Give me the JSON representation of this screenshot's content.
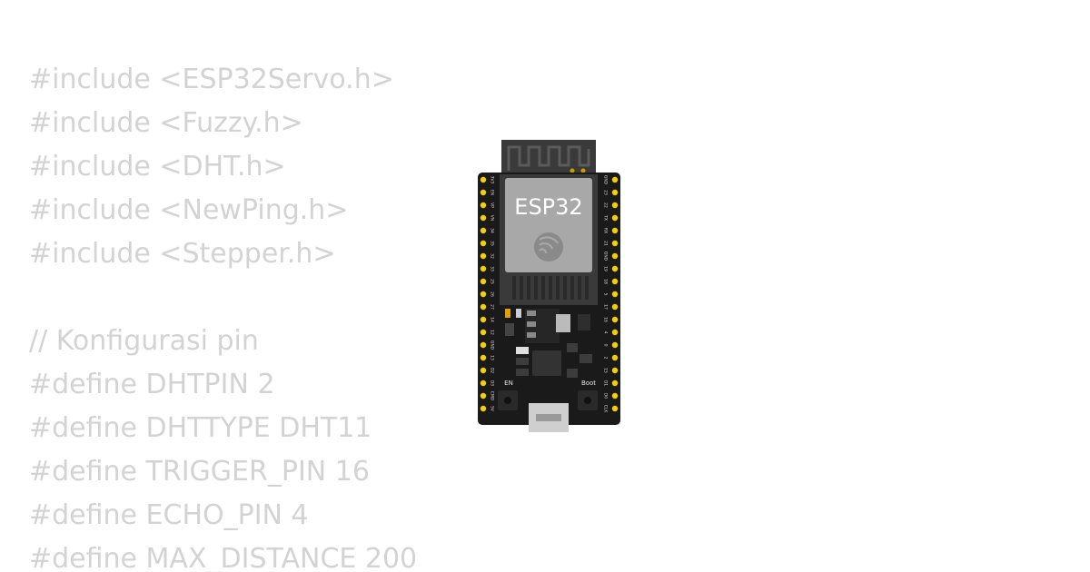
{
  "code": {
    "lines": [
      "#include <ESP32Servo.h>",
      "#include <Fuzzy.h>",
      "#include <DHT.h>",
      "#include <NewPing.h>",
      "#include <Stepper.h>",
      "",
      "// Konfigurasi pin",
      "#define DHTPIN 2",
      "#define DHTTYPE DHT11",
      "#define TRIGGER_PIN 16",
      "#define ECHO_PIN 4",
      "#define MAX_DISTANCE 200"
    ]
  },
  "board": {
    "chip_label": "ESP32",
    "en_label": "EN",
    "boot_label": "Boot",
    "pins_left": [
      "3V3",
      "EN",
      "VP",
      "VN",
      "34",
      "35",
      "32",
      "33",
      "25",
      "26",
      "27",
      "14",
      "12",
      "GND",
      "13",
      "D2",
      "D3",
      "CMD",
      "5V"
    ],
    "pins_right": [
      "GND",
      "23",
      "22",
      "TX",
      "RX",
      "21",
      "GND",
      "19",
      "18",
      "5",
      "17",
      "16",
      "4",
      "0",
      "2",
      "15",
      "D1",
      "D0",
      "CLK"
    ],
    "colors": {
      "pcb": "#1a1a1a",
      "pin": "#f5d000",
      "module": "#3a3a3a",
      "shield": "#a8a8a8"
    }
  }
}
